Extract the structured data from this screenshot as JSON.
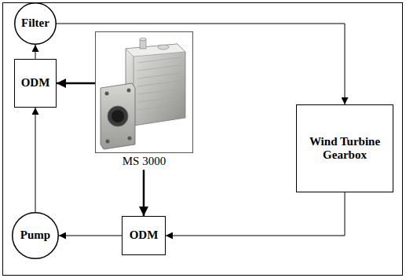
{
  "diagram": {
    "nodes": [
      {
        "text": [
          "Filter"
        ]
      },
      {
        "text": [
          "MS 3000"
        ]
      },
      {
        "text": [
          "ODM"
        ]
      },
      {
        "text": [
          "Wind Turbine Gearbox"
        ]
      },
      {
        "text": [
          "ODM"
        ]
      },
      {
        "text": [
          "Pump"
        ]
      }
    ],
    "edges": [
      {
        "from": 0,
        "to": 3,
        "arrow": "to"
      },
      {
        "from": 3,
        "to": 4,
        "arrow": "to"
      },
      {
        "from": 4,
        "to": 5,
        "arrow": "to"
      },
      {
        "from": 5,
        "to": 2,
        "arrow": "to"
      },
      {
        "from": 2,
        "to": 0,
        "arrow": "to"
      },
      {
        "from": 1,
        "to": 2,
        "arrow": "to"
      },
      {
        "from": 1,
        "to": 4,
        "arrow": "to"
      }
    ]
  }
}
